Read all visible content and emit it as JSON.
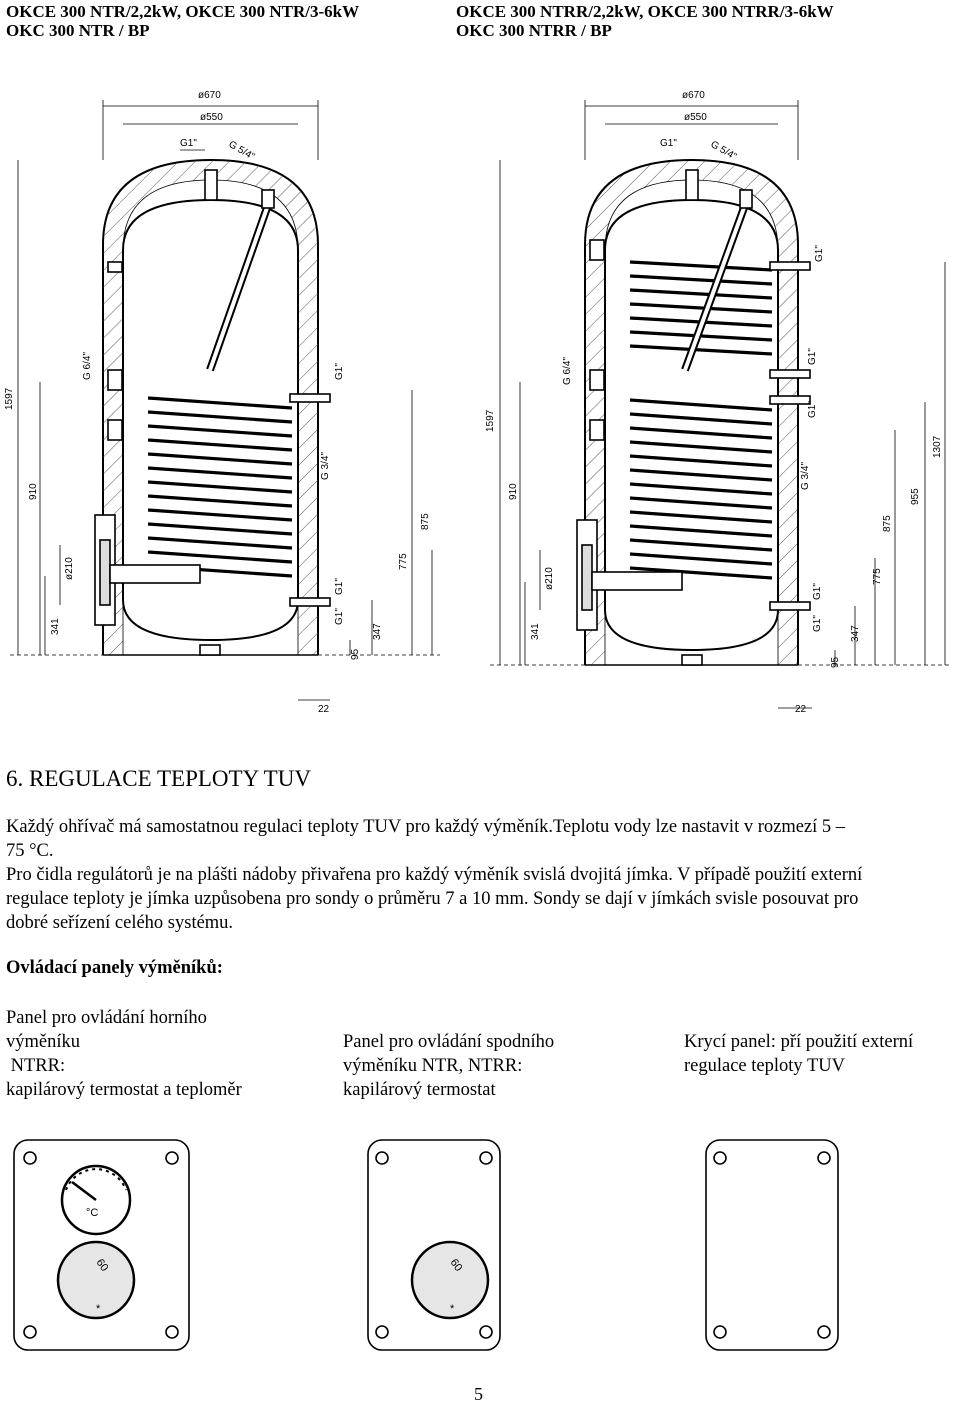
{
  "header": {
    "left_line1": "OKCE 300 NTR/2,2kW, OKCE 300 NTR/3-6kW",
    "left_line2": "OKC 300 NTR / BP",
    "right_line1": "OKCE 300 NTRR/2,2kW, OKCE 300 NTRR/3-6kW",
    "right_line2": "OKC 300 NTRR / BP"
  },
  "diagram_left": {
    "dim_top_outer": "ø670",
    "dim_top_inner": "ø550",
    "conn_g1": "G1\"",
    "conn_g54": "G 5/4\"",
    "conn_g64": "G 6/4\"",
    "conn_g1_upper": "G1\"",
    "conn_g34": "G 3/4\"",
    "conn_g1_lower_a": "G1\"",
    "conn_g1_lower_b": "G1\"",
    "flange": "ø210",
    "h1597": "1597",
    "h910": "910",
    "h875": "875",
    "h775": "775",
    "h341": "341",
    "h347": "347",
    "h95": "95",
    "h22": "22"
  },
  "diagram_right": {
    "dim_top_outer": "ø670",
    "dim_top_inner": "ø550",
    "conn_g1": "G1\"",
    "conn_g54": "G 5/4\"",
    "conn_g64": "G 6/4\"",
    "conn_g1_top": "G1\"",
    "conn_g1_mid_a": "G1\"",
    "conn_g1_mid_b": "G1\"",
    "conn_g34": "G 3/4\"",
    "conn_g1_lower_a": "G1\"",
    "conn_g1_lower_b": "G1\"",
    "flange": "ø210",
    "h1597": "1597",
    "h1307": "1307",
    "h955": "955",
    "h910": "910",
    "h875": "875",
    "h775": "775",
    "h341": "341",
    "h347": "347",
    "h95": "95",
    "h22": "22"
  },
  "section": {
    "title": "6.   REGULACE TEPLOTY TUV",
    "para1_line1": "Každý ohřívač má samostatnou regulaci teploty TUV pro každý výměník.Teplotu vody lze nastavit v rozmezí  5  –",
    "para1_line2": "75 °C.",
    "para2_line1": "Pro čidla regulátorů je na plášti nádoby přivařena pro každý výměník svislá dvojitá jímka. V případě použití externí",
    "para2_line2": "regulace teploty je jímka uzpůsobena pro sondy o průměru 7 a 10 mm. Sondy se dají v jímkách  svisle posouvat pro",
    "para2_line3": "dobré seřízení celého systému."
  },
  "panels": {
    "heading": "Ovládací panely výměníků:",
    "col1": [
      "Panel pro ovládání horního",
      "výměníku",
      " NTRR:",
      "kapilárový termostat a teploměr"
    ],
    "col2": [
      "Panel pro ovládání spodního",
      "výměníku NTR, NTRR:",
      "kapilárový termostat"
    ],
    "col3": [
      "Krycí panel: pří použití externí",
      "regulace teploty TUV"
    ],
    "thermometer_unit": "°C",
    "knob_value": "60",
    "knob_min": "*"
  },
  "footer": {
    "page_number": "5"
  }
}
